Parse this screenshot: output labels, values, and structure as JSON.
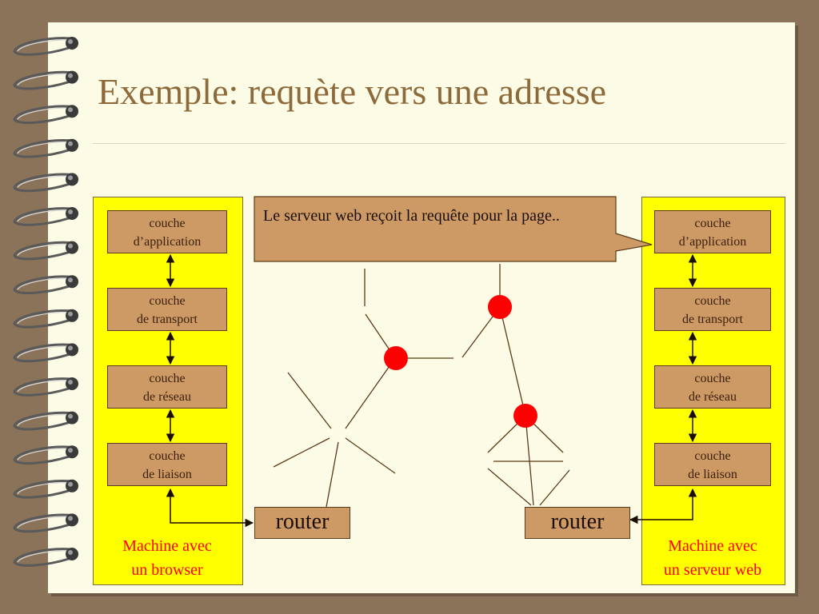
{
  "slide": {
    "title": "Exemple: requète vers une adresse"
  },
  "left_machine": {
    "layers": [
      {
        "line1": "couche",
        "line2": "d’application"
      },
      {
        "line1": "couche",
        "line2": "de transport"
      },
      {
        "line1": "couche",
        "line2": "de réseau"
      },
      {
        "line1": "couche",
        "line2": "de liaison"
      }
    ],
    "label_line1": "Machine avec",
    "label_line2": "un browser"
  },
  "right_machine": {
    "layers": [
      {
        "line1": "couche",
        "line2": "d’application"
      },
      {
        "line1": "couche",
        "line2": "de transport"
      },
      {
        "line1": "couche",
        "line2": "de réseau"
      },
      {
        "line1": "couche",
        "line2": "de liaison"
      }
    ],
    "label_line1": "Machine avec",
    "label_line2": "un serveur web"
  },
  "callout": {
    "text": "Le serveur web reçoit la requête pour la page.."
  },
  "routers": {
    "left_label": "router",
    "right_label": "router"
  },
  "colors": {
    "machine_fill": "#ffff00",
    "layer_fill": "#cd9a66",
    "node_fill": "#ff0000",
    "title_color": "#8e6a3a",
    "label_color": "#ff0000"
  }
}
